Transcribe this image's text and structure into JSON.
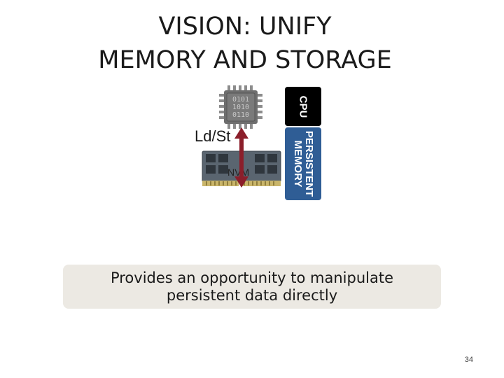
{
  "slide": {
    "title_line1": "VISION: UNIFY",
    "title_line2": "MEMORY AND STORAGE",
    "cpu_label": "CPU",
    "chip_bits": [
      "0101",
      "1010",
      "0110"
    ],
    "persistent_memory_line1": "PERSISTENT",
    "persistent_memory_line2": "MEMORY",
    "ldst_label": "Ld/St",
    "nvm_label": "NVM",
    "callout_line1": "Provides an opportunity to manipulate",
    "callout_line2": "persistent data directly",
    "page_number": "34"
  },
  "colors": {
    "cpu_tab": "#000000",
    "persistent_memory_tab": "#2f5d95",
    "arrow": "#8b1e2a",
    "callout_bg": "#ece9e3",
    "chip_body": "#6e6e6e"
  },
  "icons": {
    "chip": "cpu-chip-icon",
    "ram": "ram-module-icon",
    "arrow": "bidirectional-arrow-icon"
  }
}
